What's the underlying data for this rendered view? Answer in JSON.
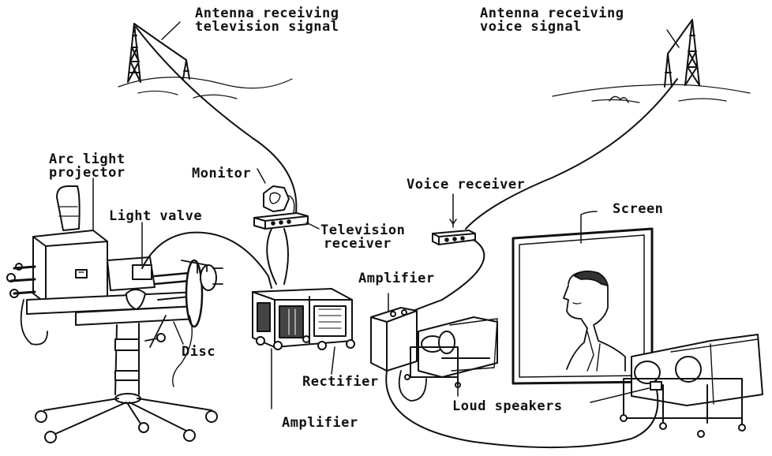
{
  "labels": {
    "antenna_tv": [
      "Antenna receiving",
      "television signal"
    ],
    "antenna_voice": [
      "Antenna receiving",
      "voice signal"
    ],
    "arc_light": [
      "Arc light",
      "projector"
    ],
    "monitor": "Monitor",
    "light_valve": "Light valve",
    "television_receiver": [
      "Television",
      "receiver"
    ],
    "voice_receiver": "Voice receiver",
    "screen": "Screen",
    "amplifier_right": "Amplifier",
    "disc": "Disc",
    "rectifier": "Rectifier",
    "loud_speakers": "Loud speakers",
    "amplifier_bottom": "Amplifier"
  },
  "colors": {
    "ink": "#111111",
    "paper": "#ffffff",
    "shade": "#555555"
  }
}
